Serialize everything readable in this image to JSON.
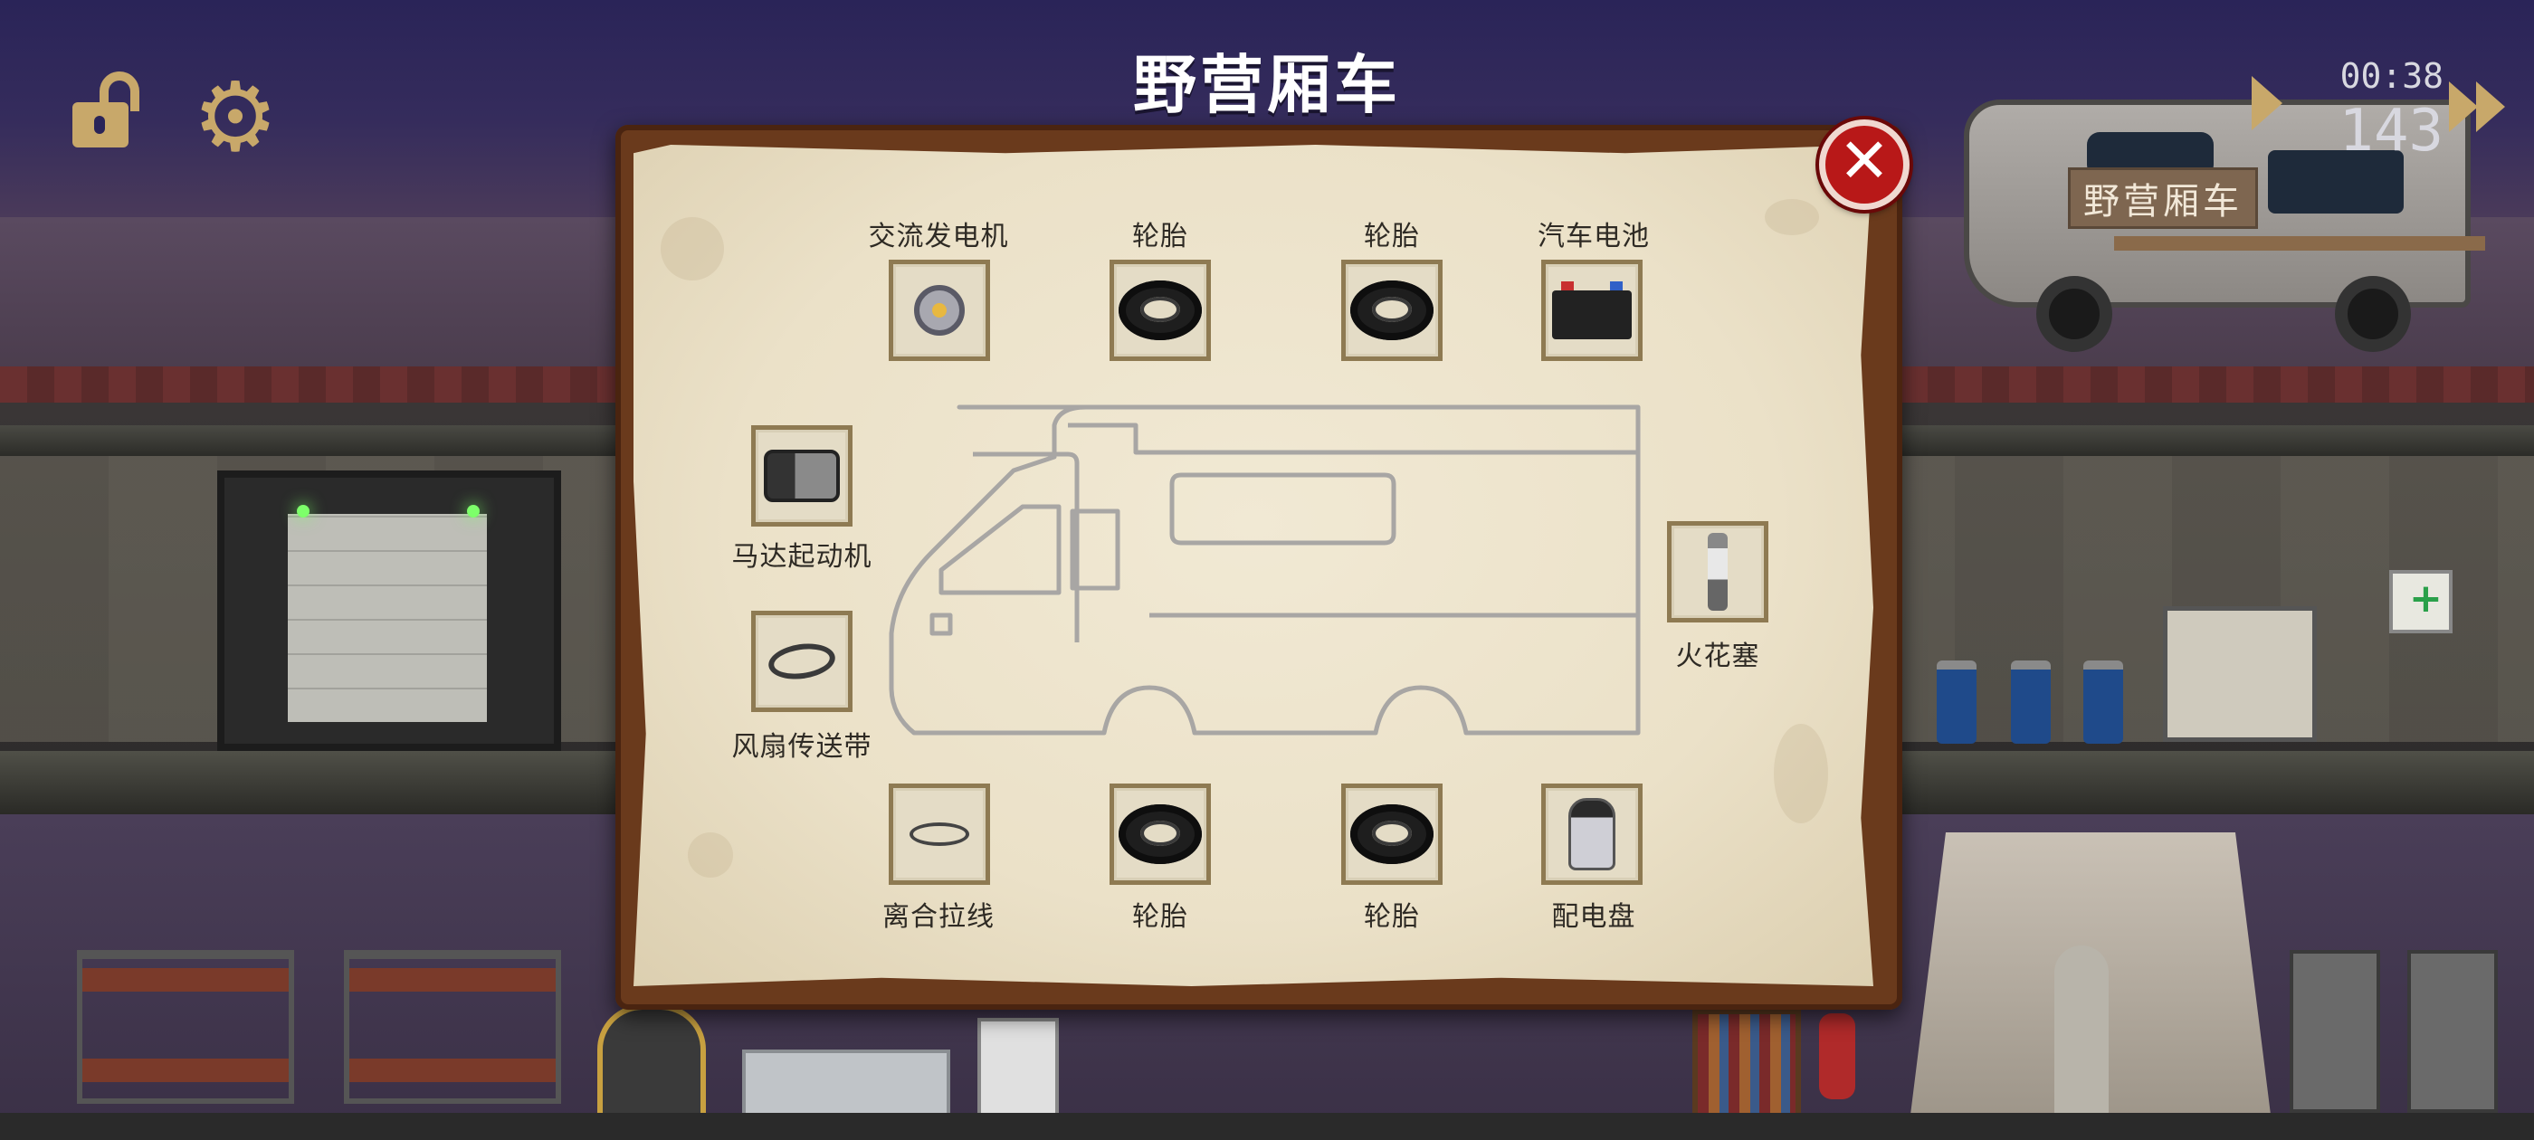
{
  "hud": {
    "title": "野营厢车",
    "clock": "00:38",
    "counter": "143",
    "vehicle_label": "野营厢车",
    "icons": [
      "unlock-icon",
      "gear-icon",
      "play-icon",
      "fast-forward-icon"
    ],
    "accent_color": "#c8a86a"
  },
  "modal": {
    "close_icon": "close-icon",
    "close_color": "#b81818",
    "slots": {
      "alternator": "交流发电机",
      "tire_top_left": "轮胎",
      "tire_top_right": "轮胎",
      "battery": "汽车电池",
      "starter": "马达起动机",
      "fan_belt": "风扇传送带",
      "spark_plug": "火花塞",
      "clutch_cable": "离合拉线",
      "tire_bottom_left": "轮胎",
      "tire_bottom_right": "轮胎",
      "distributor": "配电盘"
    }
  }
}
